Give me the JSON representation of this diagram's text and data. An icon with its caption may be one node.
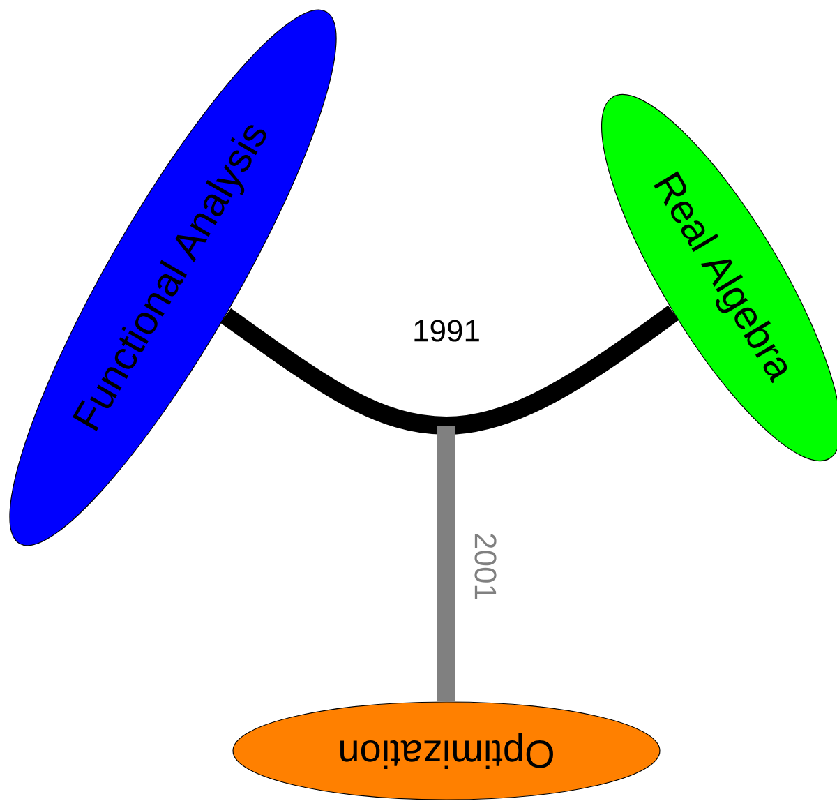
{
  "diagram": {
    "nodes": [
      {
        "text": [
          "Functional Analysis"
        ]
      },
      {
        "text": [
          "Real Algebra"
        ]
      },
      {
        "text": [
          "Optimization"
        ]
      }
    ],
    "edges": [
      {
        "from": 0,
        "to": 1,
        "arrow": "none",
        "label": "1991"
      },
      {
        "from": null,
        "to": 2,
        "arrow": "none",
        "label": "2001",
        "color": "#808080"
      }
    ]
  }
}
